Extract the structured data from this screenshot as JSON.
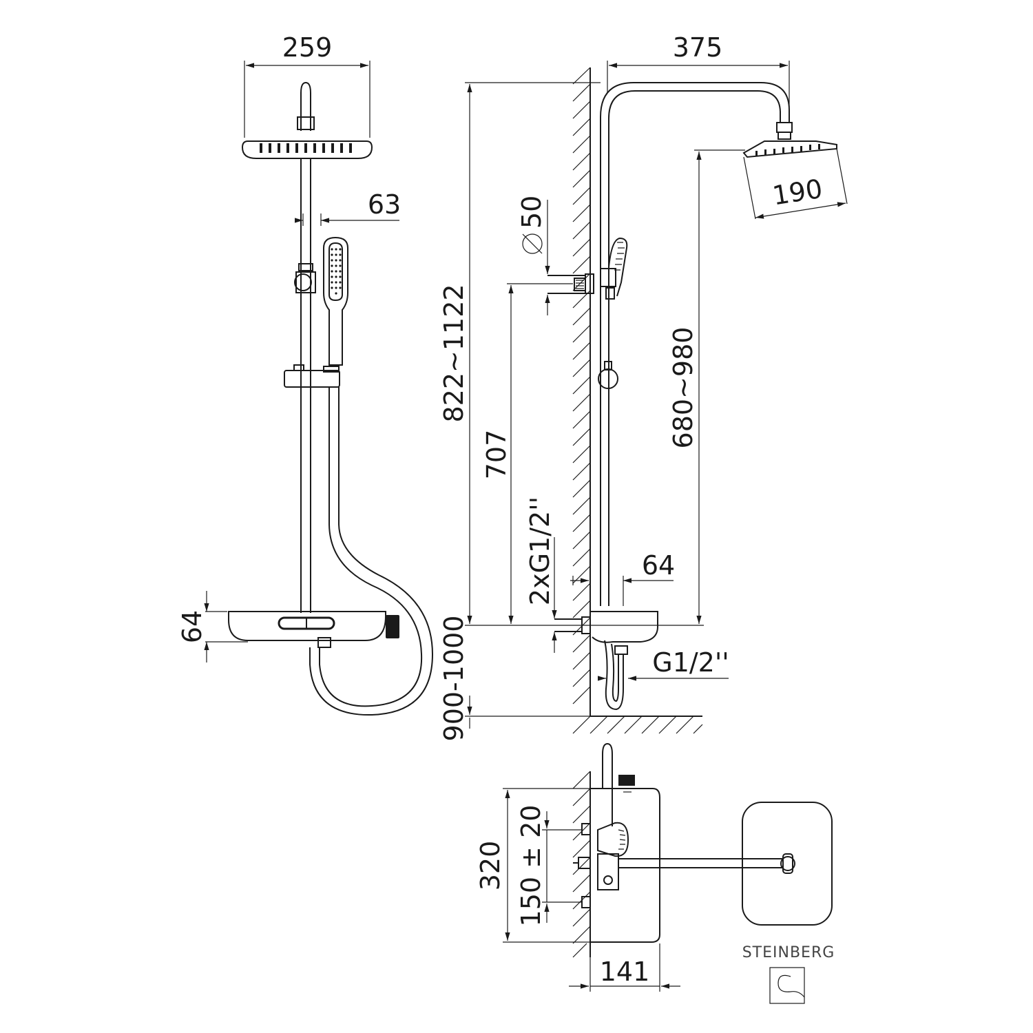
{
  "brand": {
    "name": "STEINBERG"
  },
  "dimensions": {
    "front_width": "259",
    "hand_shower_offset": "63",
    "shelf_height": "64",
    "side_reach": "375",
    "head_diameter": "190",
    "height_range": "822~1122",
    "outlet_diameter": "50",
    "outlet_height": "707",
    "head_height_range": "680~980",
    "inlet_thread_pair": "2xG1/2''",
    "shelf_depth": "64",
    "inlet_thread": "G1/2''",
    "mount_height": "900-1000",
    "top_height": "320",
    "inlet_spacing": "150 ± 20",
    "top_depth": "141"
  }
}
